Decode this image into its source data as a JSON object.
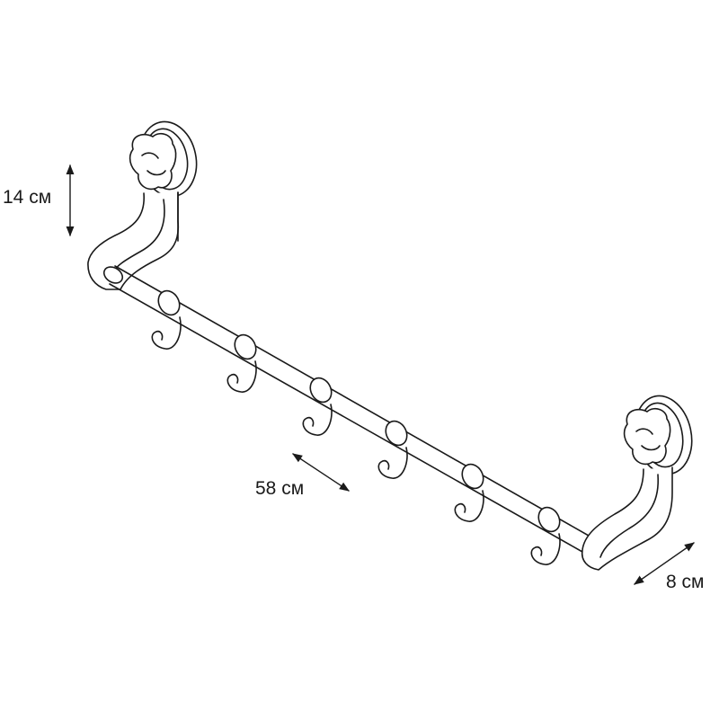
{
  "dimensions": {
    "height": "14 см",
    "length": "58 см",
    "depth": "8 см"
  },
  "hooks": {
    "count": 6
  },
  "colors": {
    "line": "#1a1a1a",
    "background": "#ffffff"
  }
}
